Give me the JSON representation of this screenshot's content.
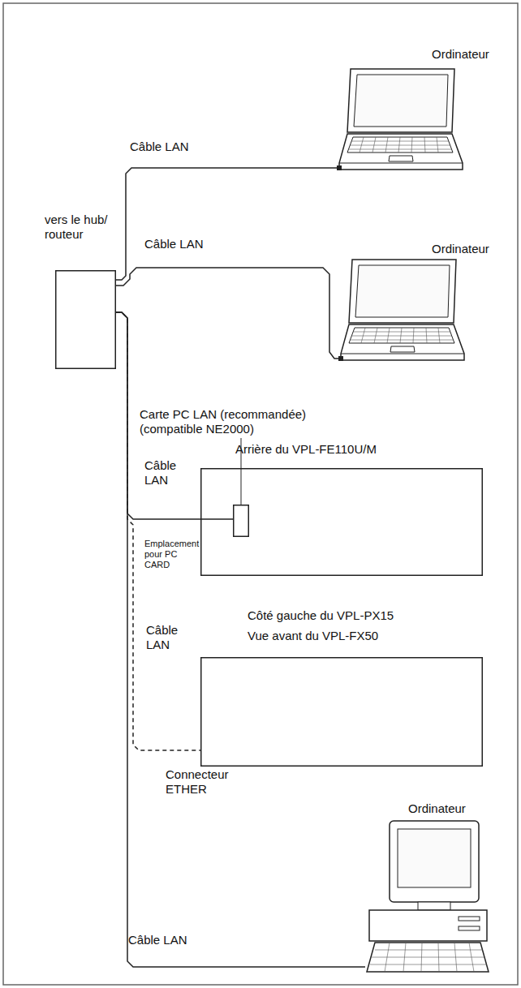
{
  "diagram": {
    "nodes": [
      {
        "text": [
          "Ordinateur"
        ]
      },
      {
        "text": [
          "vers le hub/ routeur"
        ]
      },
      {
        "text": [
          "Ordinateur"
        ]
      },
      {
        "text": [
          "Arrière du VPL-FE110U/M"
        ]
      },
      {
        "text": [
          "Carte PC LAN (recommandée) (compatible NE2000)"
        ],
        "in": 3
      },
      {
        "text": [
          "Côté gauche du VPL-PX15",
          "Vue avant du VPL-FX50"
        ]
      },
      {
        "text": [
          "Ordinateur"
        ]
      }
    ],
    "edges": [
      {
        "from": 1,
        "to": 0,
        "arrow": "none",
        "label": "Câble LAN"
      },
      {
        "from": 1,
        "to": 2,
        "arrow": "none",
        "label": "Câble LAN"
      },
      {
        "from": 1,
        "to": 4,
        "arrow": "none",
        "label": "Câble LAN"
      },
      {
        "from": 1,
        "to": 5,
        "arrow": "none",
        "label": "Câble LAN"
      },
      {
        "from": 1,
        "to": 6,
        "arrow": "none",
        "label": "Câble LAN"
      }
    ],
    "labels": [
      "Emplacement pour PC CARD",
      "Connecteur ETHER"
    ]
  }
}
